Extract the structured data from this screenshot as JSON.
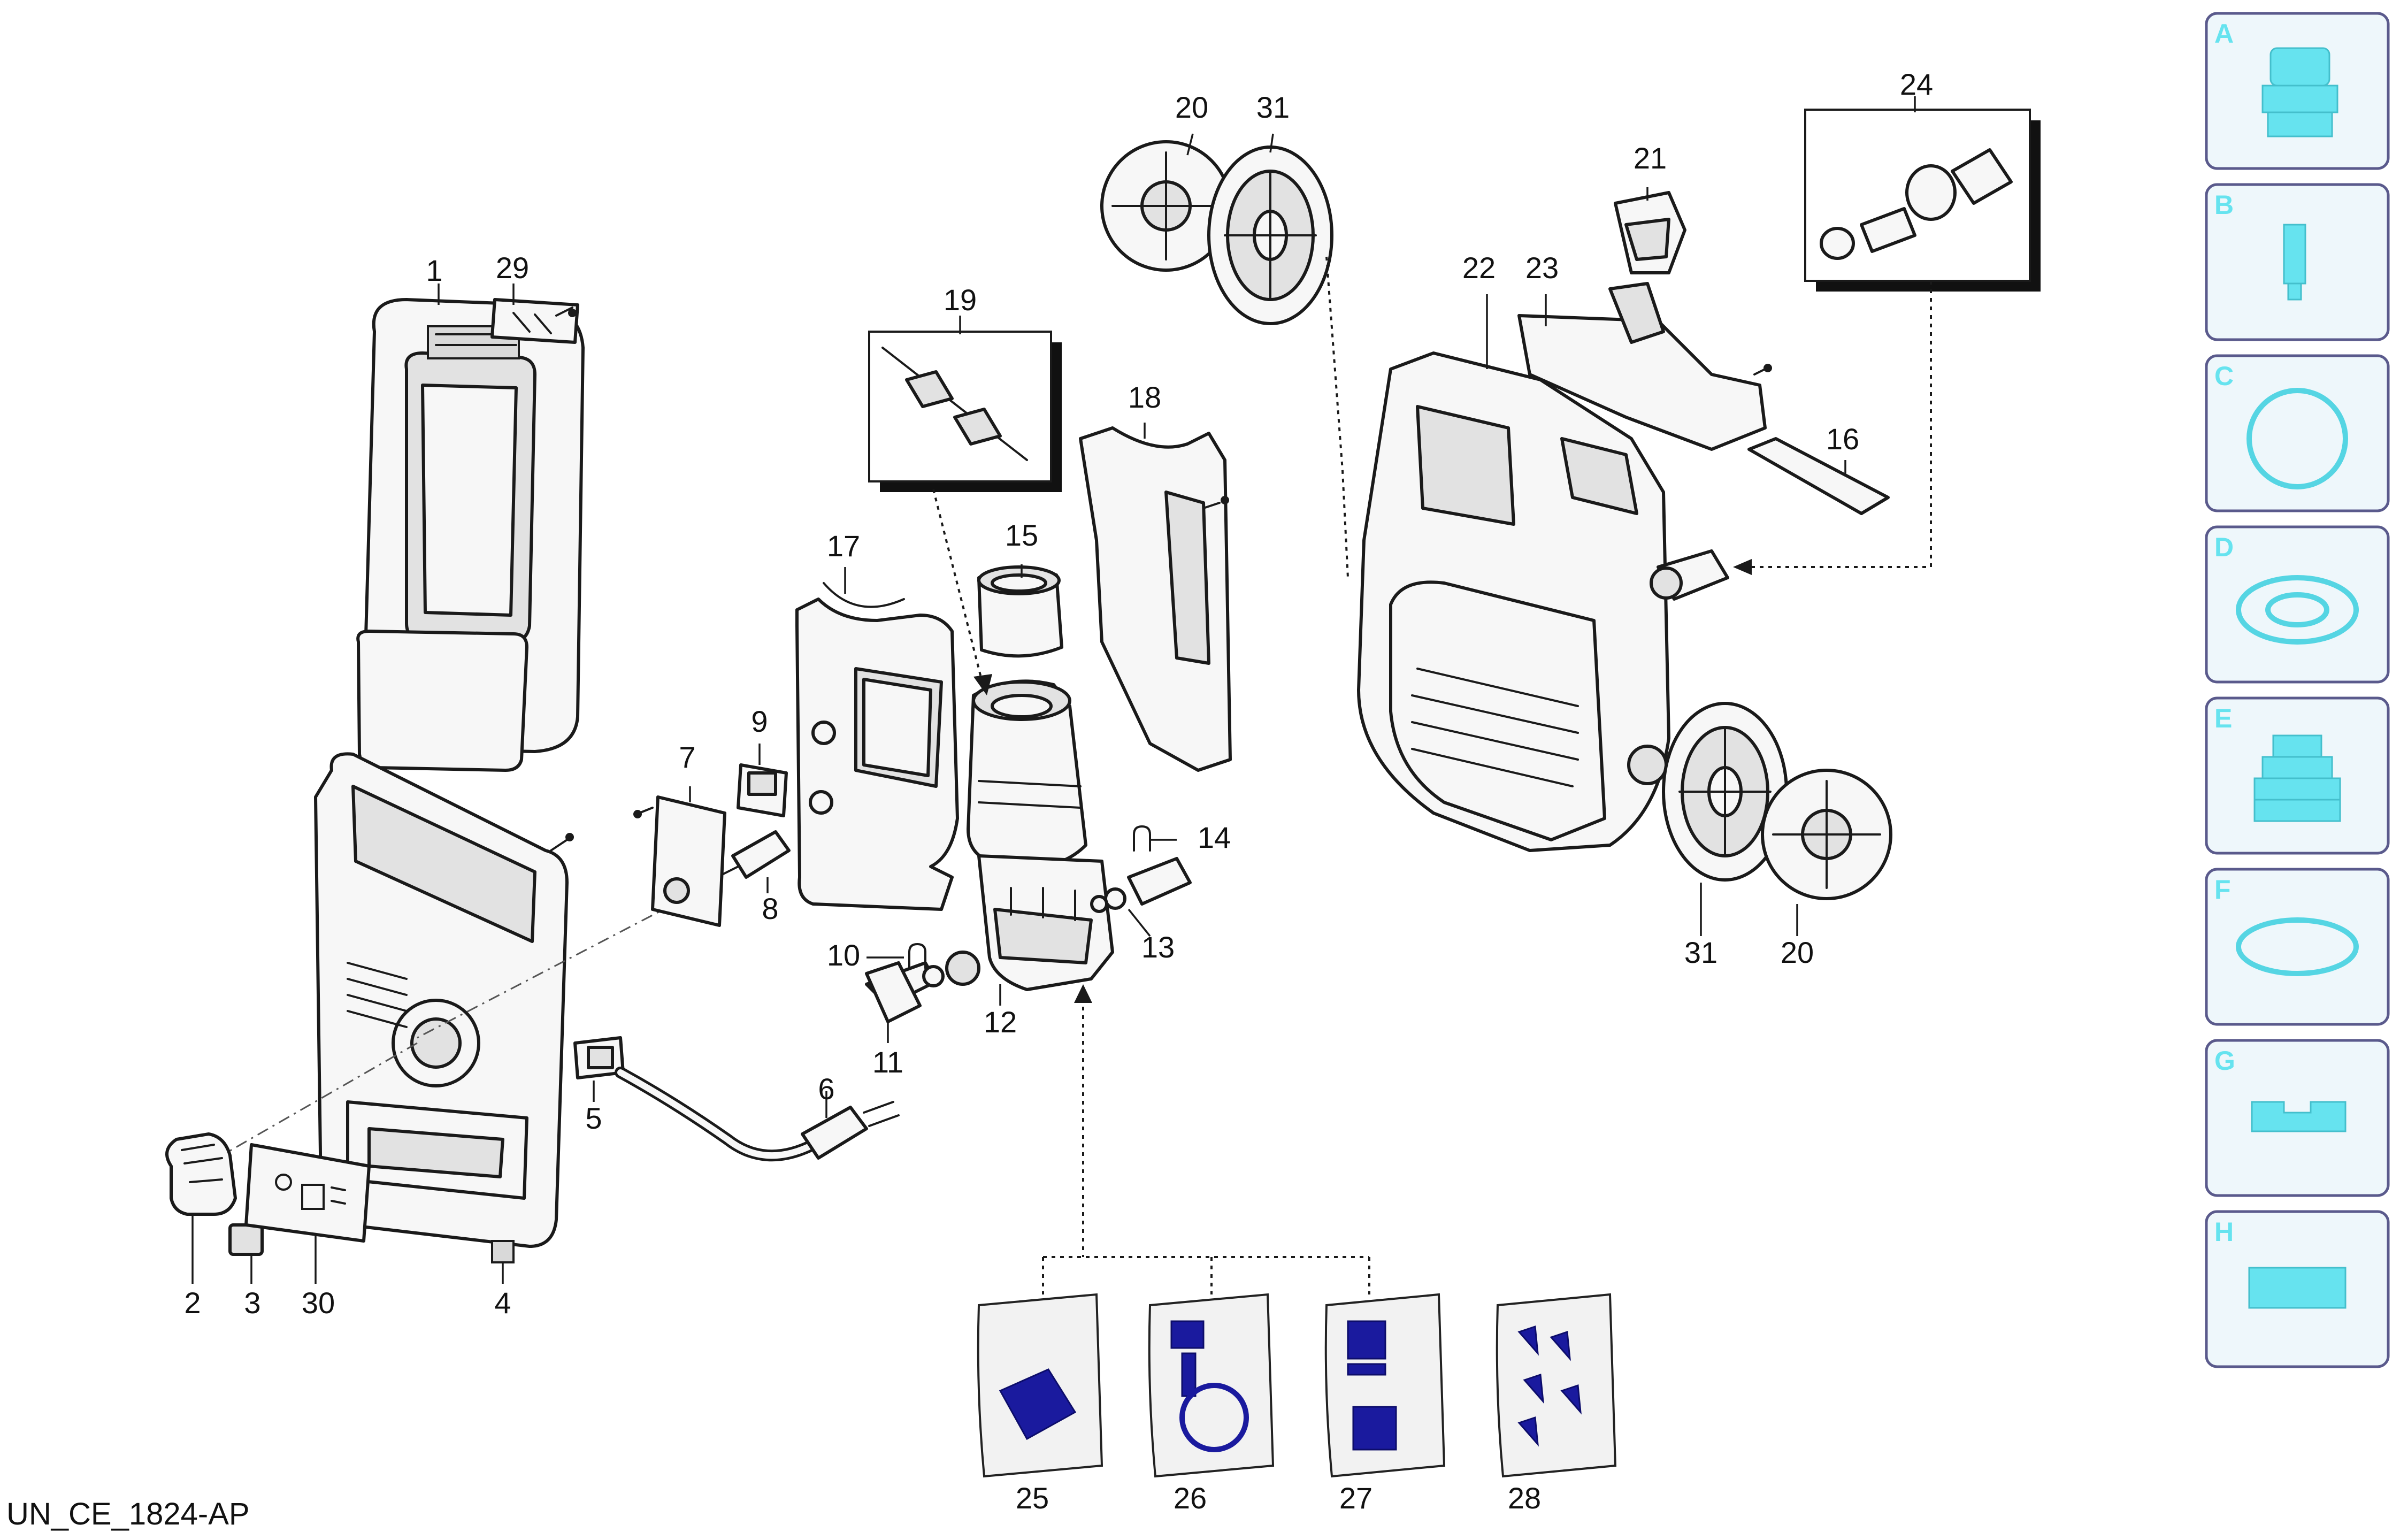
{
  "parts": {
    "p1": "1",
    "p2": "2",
    "p3": "3",
    "p4": "4",
    "p5": "5",
    "p6": "6",
    "p7": "7",
    "p8": "8",
    "p9": "9",
    "p10": "10",
    "p11": "11",
    "p12": "12",
    "p13": "13",
    "p14": "14",
    "p15": "15",
    "p16": "16",
    "p17": "17",
    "p18": "18",
    "p19": "19",
    "p20_top": "20",
    "p20_bottom": "20",
    "p21": "21",
    "p22": "22",
    "p23": "23",
    "p24": "24",
    "p25": "25",
    "p26": "26",
    "p27": "27",
    "p28": "28",
    "p29": "29",
    "p30": "30",
    "p31_top": "31",
    "p31_bottom": "31"
  },
  "side_panel": {
    "cards": [
      {
        "letter": "A",
        "icon": "nozzle-icon"
      },
      {
        "letter": "B",
        "icon": "lance-tip-icon"
      },
      {
        "letter": "C",
        "icon": "o-ring-icon"
      },
      {
        "letter": "D",
        "icon": "seal-ring-icon"
      },
      {
        "letter": "E",
        "icon": "bellows-icon"
      },
      {
        "letter": "F",
        "icon": "gasket-icon"
      },
      {
        "letter": "G",
        "icon": "slotted-block-icon"
      },
      {
        "letter": "H",
        "icon": "flat-block-icon"
      }
    ],
    "accent": "#66e3ef"
  },
  "footer": {
    "code": "UN_CE_1824-AP"
  }
}
